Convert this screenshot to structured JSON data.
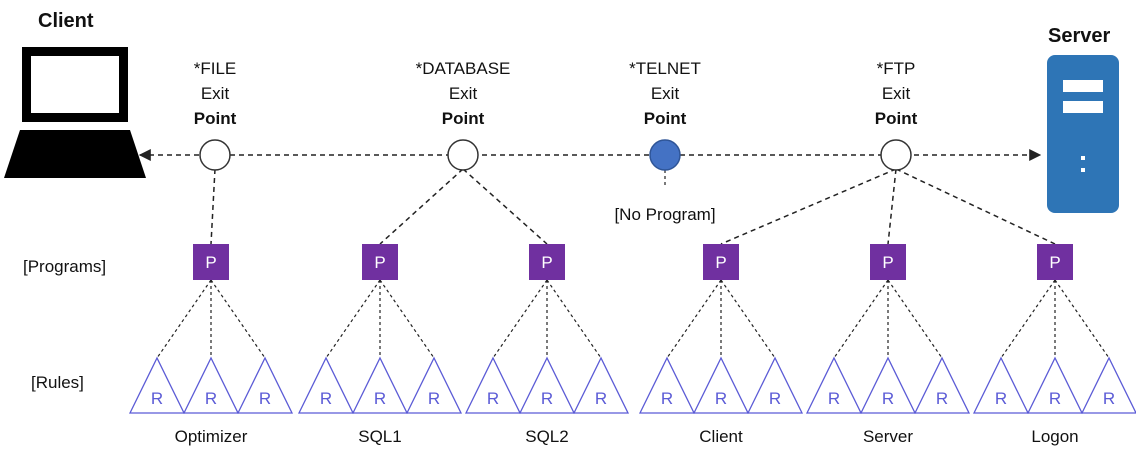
{
  "client": {
    "title": "Client"
  },
  "server": {
    "title": "Server"
  },
  "row_labels": {
    "programs": "[Programs]",
    "rules": "[Rules]"
  },
  "exit_points": [
    {
      "name": "*FILE",
      "line2": "Exit",
      "line3": "Point",
      "filled": false
    },
    {
      "name": "*DATABASE",
      "line2": "Exit",
      "line3": "Point",
      "filled": false
    },
    {
      "name": "*TELNET",
      "line2": "Exit",
      "line3": "Point",
      "filled": true,
      "note": "[No Program]"
    },
    {
      "name": "*FTP",
      "line2": "Exit",
      "line3": "Point",
      "filled": false
    }
  ],
  "program_letter": "P",
  "rule_letter": "R",
  "programs": [
    {
      "exit": 0,
      "label": "Optimizer"
    },
    {
      "exit": 1,
      "label": "SQL1"
    },
    {
      "exit": 1,
      "label": "SQL2"
    },
    {
      "exit": 3,
      "label": "Client"
    },
    {
      "exit": 3,
      "label": "Server"
    },
    {
      "exit": 3,
      "label": "Logon"
    }
  ],
  "colors": {
    "program": "#7030a0",
    "rule": "#5b5bd6",
    "exit_filled": "#4472c4",
    "server": "#2e75b6"
  }
}
